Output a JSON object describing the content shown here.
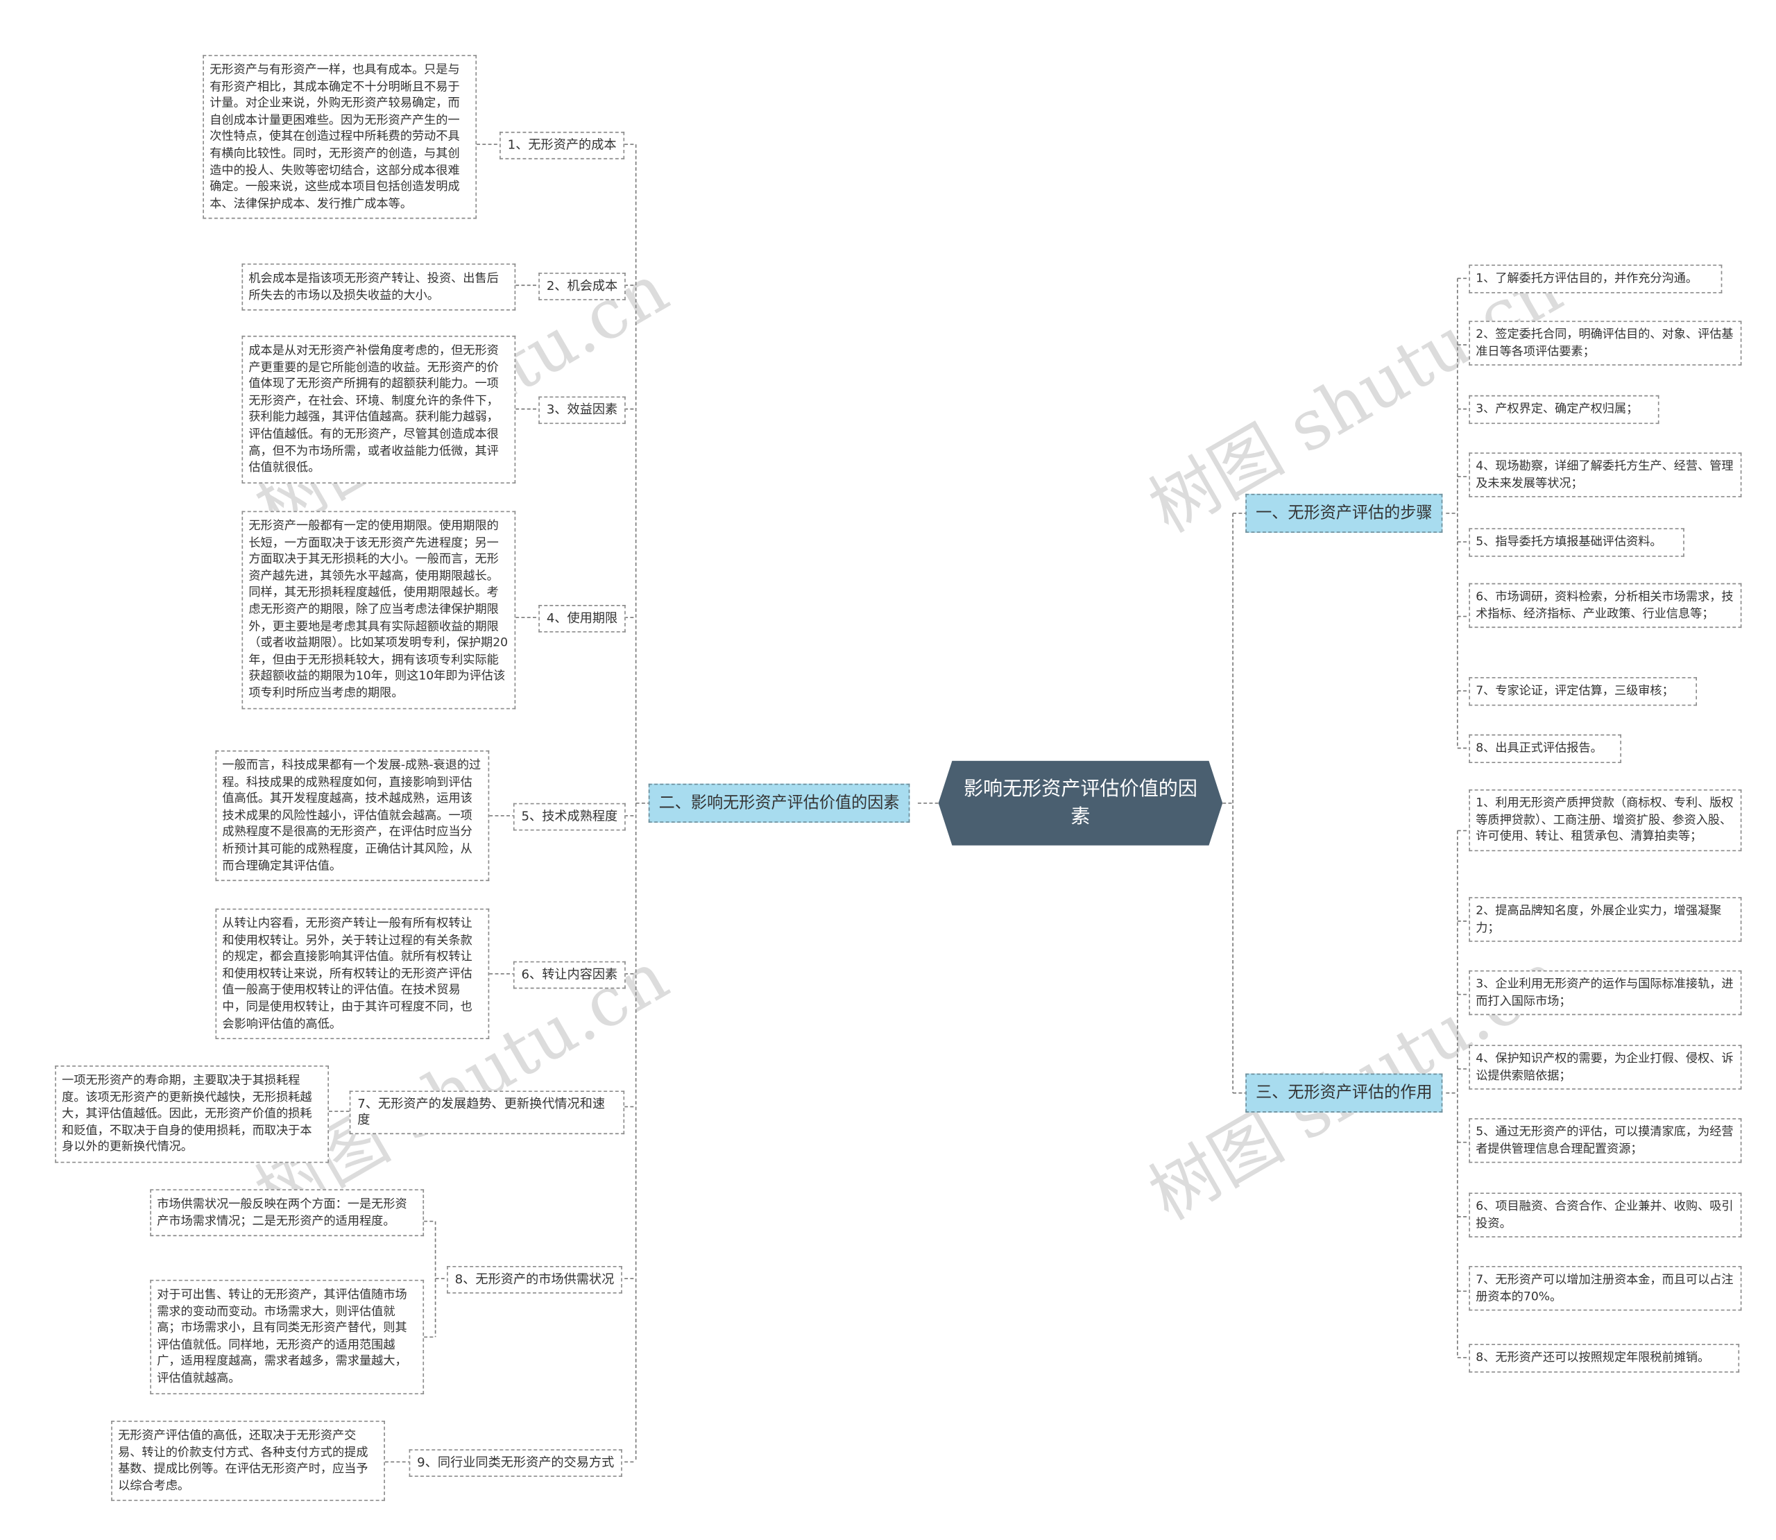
{
  "root": {
    "title": "影响无形资产评估价值的因素"
  },
  "watermark": "树图 shutu.cn",
  "branches": {
    "steps": {
      "label": "一、无形资产评估的步骤",
      "items": [
        "1、了解委托方评估目的，并作充分沟通。",
        "2、签定委托合同，明确评估目的、对象、评估基准日等各项评估要素；",
        "3、产权界定、确定产权归属；",
        "4、现场勘察，详细了解委托方生产、经营、管理及未来发展等状况；",
        "5、指导委托方填报基础评估资料。",
        "6、市场调研，资料检索，分析相关市场需求，技术指标、经济指标、产业政策、行业信息等；",
        "7、专家论证，评定估算，三级审核；",
        "8、出具正式评估报告。"
      ]
    },
    "factors": {
      "label": "二、影响无形资产评估价值的因素",
      "items": [
        {
          "label": "1、无形资产的成本",
          "details": [
            "无形资产与有形资产一样，也具有成本。只是与有形资产相比，其成本确定不十分明晰且不易于计量。对企业来说，外购无形资产较易确定，而自创成本计量更困难些。因为无形资产产生的一次性特点，使其在创造过程中所耗费的劳动不具有横向比较性。同时，无形资产的创造，与其创造中的投人、失败等密切结合，这部分成本很难确定。一般来说，这些成本项目包括创造发明成本、法律保护成本、发行推广成本等。"
          ]
        },
        {
          "label": "2、机会成本",
          "details": [
            "机会成本是指该项无形资产转让、投资、出售后所失去的市场以及损失收益的大小。"
          ]
        },
        {
          "label": "3、效益因素",
          "details": [
            "成本是从对无形资产补偿角度考虑的，但无形资产更重要的是它所能创造的收益。无形资产的价值体现了无形资产所拥有的超额获利能力。一项无形资产，在社会、环境、制度允许的条件下，获利能力越强，其评估值越高。获利能力越弱，评估值越低。有的无形资产，尽管其创造成本很高，但不为市场所需，或者收益能力低微，其评估值就很低。"
          ]
        },
        {
          "label": "4、使用期限",
          "details": [
            "无形资产一般都有一定的使用期限。使用期限的长短，一方面取决于该无形资产先进程度；另一方面取决于其无形损耗的大小。一般而言，无形资产越先进，其领先水平越高，使用期限越长。同样，其无形损耗程度越低，使用期限越长。考虑无形资产的期限，除了应当考虑法律保护期限外，更主要地是考虑其具有实际超额收益的期限（或者收益期限）。比如某项发明专利，保护期20年，但由于无形损耗较大，拥有该项专利实际能获超额收益的期限为10年，则这10年即为评估该项专利时所应当考虑的期限。"
          ]
        },
        {
          "label": "5、技术成熟程度",
          "details": [
            "一般而言，科技成果都有一个发展-成熟-衰退的过程。科技成果的成熟程度如何，直接影响到评估值高低。其开发程度越高，技术越成熟，运用该技术成果的风险性越小，评估值就会越高。一项成熟程度不是很高的无形资产，在评估时应当分析预计其可能的成熟程度，正确估计其风险，从而合理确定其评估值。"
          ]
        },
        {
          "label": "6、转让内容因素",
          "details": [
            "从转让内容看，无形资产转让一般有所有权转让和使用权转让。另外，关于转让过程的有关条款的规定，都会直接影响其评估值。就所有权转让和使用权转让来说，所有权转让的无形资产评估值一般高于使用权转让的评估值。在技术贸易中，同是使用权转让，由于其许可程度不同，也会影响评估值的高低。"
          ]
        },
        {
          "label": "7、无形资产的发展趋势、更新换代情况和速度",
          "details": [
            "一项无形资产的寿命期，主要取决于其损耗程度。该项无形资产的更新换代越快，无形损耗越大，其评估值越低。因此，无形资产价值的损耗和贬值，不取决于自身的使用损耗，而取决于本身以外的更新换代情况。"
          ]
        },
        {
          "label": "8、无形资产的市场供需状况",
          "details": [
            "市场供需状况一般反映在两个方面：一是无形资产市场需求情况；二是无形资产的适用程度。",
            "对于可出售、转让的无形资产，其评估值随市场需求的变动而变动。市场需求大，则评估值就高；市场需求小，且有同类无形资产替代，则其评估值就低。同样地，无形资产的适用范围越广，适用程度越高，需求者越多，需求量越大，评估值就越高。"
          ]
        },
        {
          "label": "9、同行业同类无形资产的交易方式",
          "details": [
            "无形资产评估值的高低，还取决于无形资产交易、转让的价款支付方式、各种支付方式的提成基数、提成比例等。在评估无形资产时，应当予以综合考虑。"
          ]
        }
      ]
    },
    "roles": {
      "label": "三、无形资产评估的作用",
      "items": [
        "1、利用无形资产质押贷款（商标权、专利、版权等质押贷款）、工商注册、增资扩股、参资入股、许可使用、转让、租赁承包、清算拍卖等；",
        "2、提高品牌知名度，外展企业实力，增强凝聚力；",
        "3、企业利用无形资产的运作与国际标准接轨，进而打入国际市场；",
        "4、保护知识产权的需要，为企业打假、侵权、诉讼提供索赔依据；",
        "5、通过无形资产的评估，可以摸清家底，为经营者提供管理信息合理配置资源；",
        "6、项目融资、合资合作、企业兼并、收购、吸引投资。",
        "7、无形资产可以增加注册资本金，而且可以占注册资本的70%。",
        "8、无形资产还可以按照规定年限税前摊销。"
      ]
    }
  }
}
